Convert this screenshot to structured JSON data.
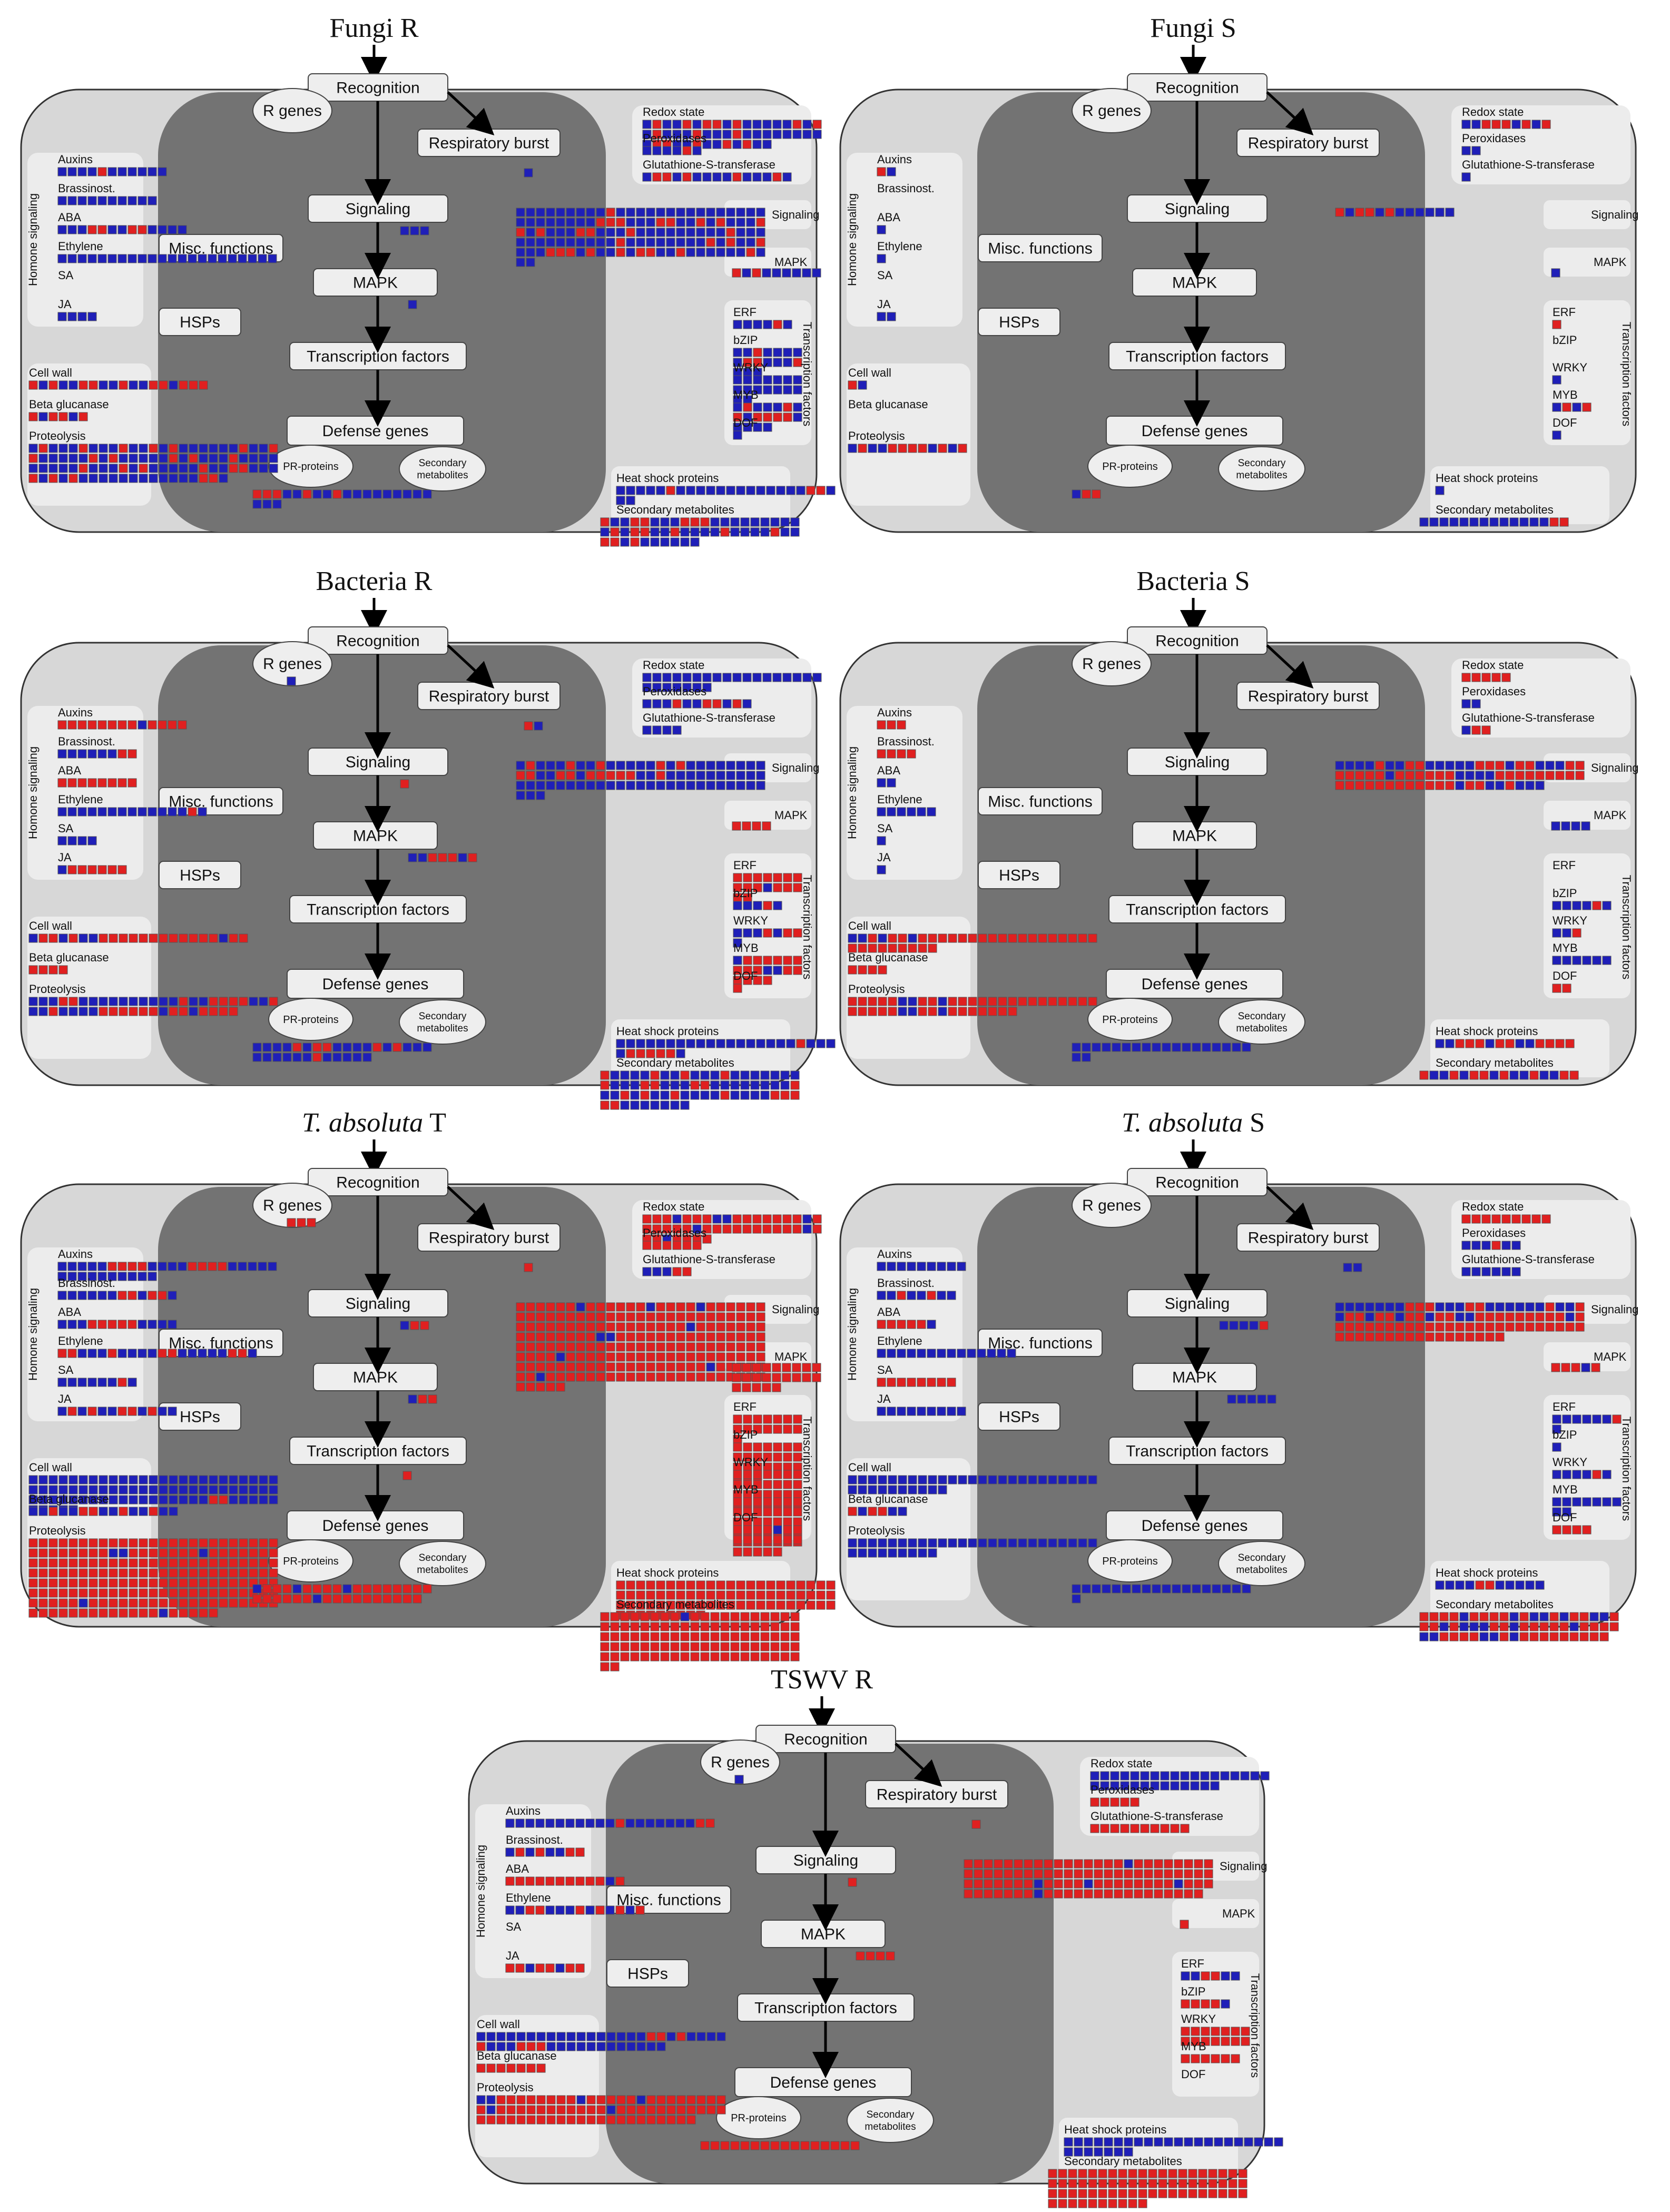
{
  "colors": {
    "outer_fill": "#d7d7d7",
    "inner_fill": "#737373",
    "box_fill": "#eeeeee",
    "group_fill": "#ececec",
    "cell_blue": "#1f1fb8",
    "cell_red": "#e02020",
    "arrow": "#000000"
  },
  "labels": {
    "recognition": "Recognition",
    "r_genes": "R genes",
    "respiratory_burst": "Respiratory burst",
    "signaling": "Signaling",
    "mapk": "MAPK",
    "transcription_factors": "Transcription factors",
    "defense_genes": "Defense genes",
    "pr_proteins": "PR-proteins",
    "secondary_metabolites_bubble": "Secondary metabolites",
    "misc_functions": "Misc. functions",
    "hsps": "HSPs",
    "hormone_signaling": "Homone signaling",
    "auxins": "Auxins",
    "brassinost": "Brassinost.",
    "aba": "ABA",
    "ethylene": "Ethylene",
    "sa": "SA",
    "ja": "JA",
    "cell_wall": "Cell wall",
    "beta_glucanase": "Beta glucanase",
    "proteolysis": "Proteolysis",
    "redox_state": "Redox state",
    "peroxidases": "Peroxidases",
    "glutathione": "Glutathione-S-transferase",
    "signaling_right": "Signaling",
    "mapk_right": "MAPK",
    "erf": "ERF",
    "bzip": "bZIP",
    "wrky": "WRKY",
    "myb": "MYB",
    "dof": "DOF",
    "transcription_factors_vertical": "Transcription factors",
    "heat_shock_proteins": "Heat shock proteins",
    "secondary_metabolites": "Secondary metabolites"
  },
  "panels": [
    {
      "title": "Fungi R",
      "italic": "",
      "cells": {
        "auxins": "BBBBRBBBBBB",
        "brassinost": "BBBBBBBBBB",
        "aba": "BBBRRBBRRBBBB",
        "ethylene": "BBBBBBBBBBBBBBBBBBBBBB",
        "sa": "",
        "ja": "BBBB",
        "cell_wall": "RBRBBRRBBRBBRRBRRR",
        "beta_glucanase": "RBRRBR",
        "proteolysis": "BRBBBRBBBRBBRBRBBBBBBRBBRRBBBBBRBRBBBBBRBRBBBRBBBBBBBBBRBBBRBRBBBBBRBBRRBBBRBRBRBBBBBBBBBBBBRRB",
        "r_genes": "",
        "resp_burst": "B",
        "signaling_mid": "BBB",
        "mapk_mid": "B",
        "tf_mid": "",
        "defense_mid": "",
        "pr": "RRRBBRBBRBBBBBBBBBBBB",
        "redox": "BRBBRBRRBRBBBBBRBRBRBBBRBBBRBBBBBBBBBRRBBRBBRBRBB",
        "peroxidases": "BBBBRB",
        "glutathione": "BRRBRBBBBRBBBRB",
        "signaling_right": "BBBBBBBBBRBBBBBBBBBBBBBBBBBBBBBBBRRRBBBRRBBRBRBBBRRBRBBBRRBBBRBBBBBBBBBRBBBBBBBBBBBBBRBBBBBBBBRBRBBRBBBRRRBRBBRBRRBBRBBBBBBRBBB",
        "mapk_right": "RBRBBBBBB",
        "erf": "BBBBRB",
        "bzip": "BBRBBBBBRRBBBRBBB",
        "wrky": "BBBBBBBBBBBBBBBB",
        "myb": "BRBBBRBRBRRRRBBBBB",
        "dof": "B",
        "heat_shock": "BBBBBRBBBBBBBBBBBBBRRBBB",
        "secondary": "RBBRRBBBRRRBBBBBBBBBBRBRRBBRBBBBRBBBBRBBRRBRBBBBBB"
      }
    },
    {
      "title": "Fungi S",
      "italic": "",
      "cells": {
        "auxins": "RB",
        "brassinost": "",
        "aba": "B",
        "ethylene": "B",
        "sa": "",
        "ja": "BB",
        "cell_wall": "RB",
        "beta_glucanase": "",
        "proteolysis": "BRBBRRRRBRBR",
        "r_genes": "",
        "resp_burst": "",
        "signaling_mid": "",
        "mapk_mid": "",
        "tf_mid": "",
        "defense_mid": "",
        "pr": "BRR",
        "redox": "BBRRRBRBR",
        "peroxidases": "BB",
        "glutathione": "B",
        "signaling_right": "RBRRBRBBBBBB",
        "mapk_right": "B",
        "erf": "R",
        "bzip": "",
        "wrky": "B",
        "myb": "BRBR",
        "dof": "B",
        "heat_shock": "B",
        "secondary": "BBBBBBBBBBBBBRR"
      }
    },
    {
      "title": "Bacteria R",
      "italic": "",
      "cells": {
        "auxins": "RRRRRRRRBRRRR",
        "brassinost": "BBBBBBRR",
        "aba": "RRRRRRRR",
        "ethylene": "BBBBBBBBBBBBBRB",
        "sa": "BBBB",
        "ja": "BRRRRRR",
        "cell_wall": "BRRBRBBRRRRRRRRRRRRBRR",
        "beta_glucanase": "RRRR",
        "proteolysis": "BBBRRBBBBBBBBBBRBBRRRRBBRBBRBBBBRRRRRRBRRBRRRR",
        "r_genes": "B",
        "resp_burst": "RB",
        "signaling_mid": "R",
        "mapk_mid": "BBRRRBR",
        "tf_mid": "",
        "defense_mid": "",
        "pr": "BBBBRBRRBBBBRBRBBBBBBBBBRBBBBB",
        "redox": "BBBBBBBBBBBBBBBBBBBBBBBBB",
        "peroxidases": "BBBRBBRRBRB",
        "glutathione": "BBBB",
        "signaling_right": "BRBBBRBBRBBBBBRBRBBBBBBBBRRBBRRBRRRRRBBRBBBBBBBBBBBBBBBBBBBBBBBBBBBBBBBBBBBBBB",
        "mapk_right": "RRRR",
        "erf": "RRRRRRRRRRBRRRRR",
        "bzip": "BBBRB",
        "wrky": "BBBRBRRB",
        "myb": "BRRRRRRRRRBBRRRRRR",
        "dof": "R",
        "heat_shock": "BBBBBBBBBBBBBBBBBBRBBBBRRRRRB",
        "secondary": "RBBBBRBBRBBBRBBBBBBBRBBBRRBBBRRBBBBBBBBRBBRBRBBRBBBBRBBBBRRRRRBBBBBBB"
      }
    },
    {
      "title": "Bacteria S",
      "italic": "",
      "cells": {
        "auxins": "RRR",
        "brassinost": "RRRR",
        "aba": "BB",
        "ethylene": "BBBBBB",
        "sa": "B",
        "ja": "B",
        "cell_wall": "BBRBRRBRRRRRRRRRRRRRRRRRRRRRRRRRRR",
        "beta_glucanase": "RRRR",
        "proteolysis": "RRRRRBBRRBRRRRRRRRRRRRRRRRRRRRBBRRBRRRRRRR",
        "r_genes": "",
        "resp_burst": "",
        "signaling_mid": "",
        "mapk_mid": "",
        "tf_mid": "",
        "defense_mid": "",
        "pr": "BBBBBBBBBBBBBBBBBBBB",
        "redox": "RRRRR",
        "peroxidases": "BB",
        "glutathione": "BRR",
        "signaling_right": "BBBBRBBRRBBBBBRRRBRRBBBRRRRRRRBRRRRRRBBBBRRRRRRRRRRRRRRRRRRRRRBRRBBRBBB",
        "mapk_right": "BBBB",
        "erf": "",
        "bzip": "BBBBRB",
        "wrky": "BBR",
        "myb": "BBBBBB",
        "dof": "RR",
        "heat_shock": "BBRRRBRRBBRRRR",
        "secondary": "RBBRBRRBRBBRBBRR"
      }
    },
    {
      "title": "",
      "italic": "T. absoluta",
      "suffix": " T",
      "cells": {
        "auxins": "BBBBBRRRRBBBBRRRRBBBBBBBBBBBBBBB",
        "brassinost": "BBBBBBRRBRRB",
        "aba": "BBBRRRRRBBBB",
        "ethylene": "RRBBBRBBBBRRBBBBBRRB",
        "sa": "BBBBBBRB",
        "ja": "BRBRBBRRBRBB",
        "cell_wall": "BBBBBBBBBBBBBBBBBBBBBBBBBBBBBBBBBBBBBBBBBBBBBBBBBBBBBBBBBBBBBBBBBBBBRRBBBBBBBBBB",
        "beta_glucanase": "BBRBBRRBBRBBRBB",
        "proteolysis": "RRRRRRRRRRRRRRRRRRRRRRRRRRRRRRRRRBBRRRRRRRBRRRRRRRRRRRRRRRRRRRRRRRRRRRRRRRRRRRRRRRRRRRRRRRRRRRRRRRRRRRRRRRRRRRRRRRRRRRRRRRRRRRRRRRRRRRRRRRRRRRRRRRRRRRRRRRRBRRRRRRRRRRRRRRRRRRRRRRRRRRRRRRRRBRRRRR",
        "r_genes": "RRR",
        "resp_burst": "R",
        "signaling_mid": "BRR",
        "mapk_mid": "BRR",
        "tf_mid": "R",
        "defense_mid": "",
        "pr": "BRRRBRRRRBRRRRRRRRRRRRRRBRRRRRRRRRR",
        "redox": "RRRBRRRBBRRRRRRRBRRRRRRBRRRRRRRRRRBRRRBRRRR",
        "peroxidases": "RRRRRR",
        "glutathione": "BBBRR",
        "signaling_right": "RRRRRRBRRRRRRBRRRRBRRRRRRRRRRRRRRRRRRRRRRRRRRRRRRRRRRRRRRRRRRRRRRRRBRRRRRRRRRRRRRRRBBRRRRRRRRRRRRRRRRRRRRRRRRRRRRRRRRRRRRRRRRRRRRBRRRRRRRRRRRRRRRRRRRRRRRRRRRRRRRRRRRRRRRBRRRRRRRBRRRRRRRRRRRRRRRRRRRRRRRRRRR",
        "mapk_right": "RRRRRRRRRRRRRRRRRRRRRRR",
        "erf": "RRRRRRRRRRRRRRR",
        "bzip": "RRRRRRRRRRRRRRRRRRRRRRRR",
        "wrky": "RRRRRRRRRRRRRRRRRRRRRRRRRRRR",
        "myb": "RRRRRRRRRRRRRRRRRRRRRRRRRRRRRRRRRRRRRRRR",
        "dof": "RRRRBRRRRRRRRR",
        "heat_shock": "RRRRRRRRRRRRRRRRRRRRRRRRRRRRRRRRRRRRRRRRRRRRRRRRRRRRRRRRRRRRRRRRRRRRRRRRRRR",
        "secondary": "RRRRRRRRBRRRRRRRRRRRRRRRRRRRRRRRRRRRRRRRRRRRRRRRRRRRRRRRRRRRRRRRRRRRRRRRRRRRRRRRRRRRRRRRRRRRRRRRRRRRRR"
      }
    },
    {
      "title": "",
      "italic": "T. absoluta",
      "suffix": " S",
      "cells": {
        "auxins": "BBBBBBBBB",
        "brassinost": "BBRBBRBB",
        "aba": "RRRRRB",
        "ethylene": "BBBBBBBBBBBBBB",
        "sa": "RRRRRRRR",
        "ja": "BBBBBBBBB",
        "cell_wall": "BBBBBBBBBBBBBBBBBBBBBBBBBBBBBBBBBBB",
        "beta_glucanase": "RBRRBB",
        "proteolysis": "BBBBBBBBBBBBBBBBBBBBBBBBBBBBBBBBBB",
        "r_genes": "",
        "resp_burst": "BB",
        "signaling_mid": "BBBBR",
        "mapk_mid": "BBBBB",
        "tf_mid": "",
        "defense_mid": "",
        "pr": "BBBBBBBBBBBBBBBBBBB",
        "redox": "RRRRRRRRR",
        "peroxidases": "BBBRBB",
        "glutathione": "BBBBBB",
        "signaling_right": "BBBBBBBRRRBBBRRBBBBBBRBBRBRRBRRBRRBRRBBRRRRRRRRRBRRRRRRRRRRRRRRRRRRRRRRRRRRRRRRRRRRRRRRRRRRR",
        "mapk_right": "RRRBR",
        "erf": "BBBBBBRB",
        "bzip": "B",
        "wrky": "BBBBRB",
        "myb": "BBBBBBBBB",
        "dof": "RRRR",
        "heat_shock": "BBBBRRBBBBB",
        "secondary": "RRRRBRRRRBRBBRBRRBBRRRBRBBBRRBRRRRRBRRRRBBRRRRBBRBRRRRRRRRR"
      }
    },
    {
      "title": "TSWV R",
      "italic": "",
      "cells": {
        "auxins": "BBBBBBBBBBBRBBBBBBBRR",
        "brassinost": "BRBRBBRR",
        "aba": "RRRRRRRRRRBR",
        "ethylene": "BBRRBBBRBRBRBR",
        "sa": "",
        "ja": "RRBRRBRR",
        "cell_wall": "BBBBBBBBBBBBBBBBBRRBRBBBBRBBBRRRBBBBBBBBBBBB",
        "beta_glucanase": "RRRRRRR",
        "proteolysis": "BBRRRRRRRRBRRRRRBRRRRRRRRRBRRRRRRRRRRRBRRRRRRRRRRRRRRRRRRRRRRRRRRRRRRRRR",
        "r_genes": "B",
        "resp_burst": "R",
        "signaling_mid": "R",
        "mapk_mid": "RRRR",
        "tf_mid": "",
        "defense_mid": "",
        "pr": "RRRRRRRRRRRRRRRR",
        "redox": "BBBBBBBBBBBBBBBBBBBBBBBBBBBBBBB",
        "peroxidases": "RRRRR",
        "glutathione": "RRRRRRRRRR",
        "signaling_right": "RRRRRRRRRRRRRRRRBRRRRRRRRRRRRRRRRRRRRRRRRRRRRRRRRRRRRRRRRBRRRRBRRRRRRRRBRRRRRRRRRRBRRRRRRRRRRRRRRRR",
        "mapk_right": "R",
        "erf": "BBRRBB",
        "bzip": "RRRRB",
        "wrky": "RRRRRRRRRRRRRR",
        "myb": "RRRRRR",
        "dof": "",
        "heat_shock": "BBBBBBBBBBBBBBBBBBBBBBBBBBBBB",
        "secondary": "RRRRRRRRRRRRRRRRRRRRRRRRRRRRRRRRRRRRRRRRRRRRRRRRRRRRRRRRRRRRRRRRRRRRRR"
      }
    }
  ]
}
